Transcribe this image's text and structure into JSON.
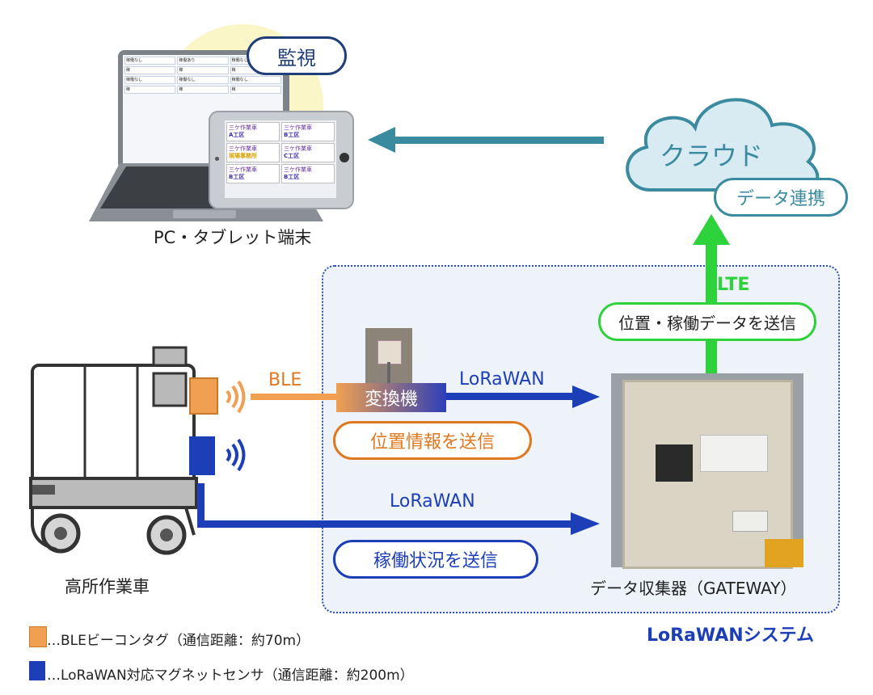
{
  "monitor": {
    "label": "監視"
  },
  "devices": {
    "label": "PC・タブレット端末"
  },
  "cloud": {
    "label": "クラウド",
    "sub_label": "データ連携"
  },
  "lte": {
    "label": "LTE",
    "send_label": "位置・稼働データを送信"
  },
  "ble": {
    "label": "BLE"
  },
  "converter": {
    "label": "変換機",
    "lorawan_label": "LoRaWAN",
    "send_label": "位置情報を送信"
  },
  "direct": {
    "lorawan_label": "LoRaWAN",
    "send_label": "稼働状況を送信"
  },
  "gateway": {
    "label": "データ収集器（GATEWAY）"
  },
  "vehicle": {
    "label": "高所作業車"
  },
  "system": {
    "label": "LoRaWANシステム"
  },
  "legend": {
    "items": [
      {
        "text": "…BLEビーコンタグ（通信距離：約70m）",
        "color": "#f0a050"
      },
      {
        "text": "…LoRaWAN対応マグネットセンサ（通信距離：約200m）",
        "color": "#1c3fb8"
      }
    ]
  },
  "laptop_screen": {
    "cells": [
      "稼働なし",
      "稼働あり",
      "稼働なし",
      "稼",
      "稼",
      "稼",
      "稼働なし",
      "稼働なし",
      "稼働なし",
      "稼",
      "稼",
      "稼"
    ]
  },
  "tablet_screen": {
    "cells": [
      {
        "head": "三ケ作業車",
        "site": "A工区"
      },
      {
        "head": "三ケ作業車",
        "site": "B工区"
      },
      {
        "head": "三ケ作業車",
        "site": "現場事務所"
      },
      {
        "head": "三ケ作業車",
        "site": "C工区"
      },
      {
        "head": "三ケ作業車",
        "site": "B工区"
      },
      {
        "head": "三ケ作業車",
        "site": "B工区"
      }
    ]
  },
  "colors": {
    "teal": "#3a8aa0",
    "orange": "#e07820",
    "blue": "#1c3fb8",
    "green": "#2ed23a"
  }
}
